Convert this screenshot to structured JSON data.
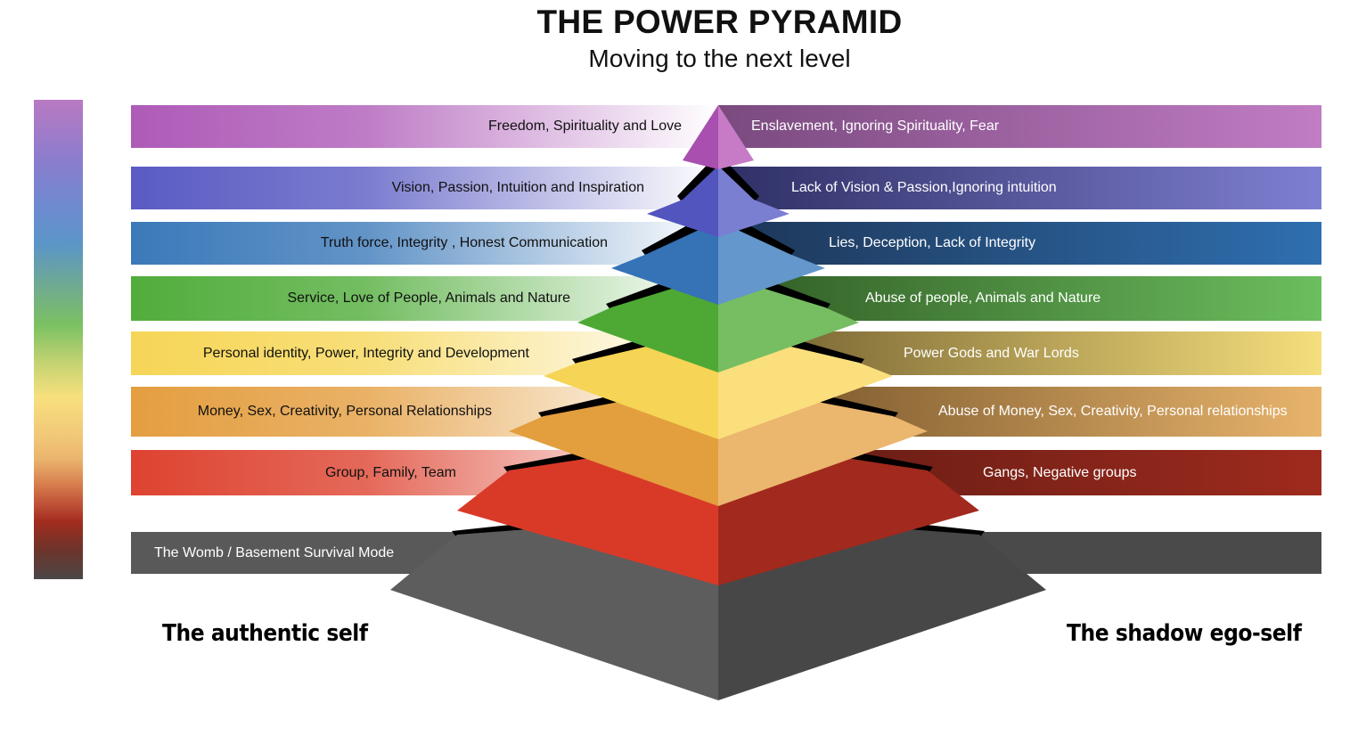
{
  "header": {
    "title": "THE POWER PYRAMID",
    "subtitle": "Moving to the next level"
  },
  "spectrum_bar": {
    "description": "vertical color spectrum from violet (top) to dark grey (bottom)"
  },
  "levels": [
    {
      "id": "crown",
      "authentic": "Freedom, Spirituality and Love",
      "shadow": "Enslavement, Ignoring Spirituality, Fear",
      "color_light": "#c77bc6",
      "color_dark": "#a84fb0",
      "band_left": "#ae5bb8",
      "band_right_start": "#7a4a7f",
      "band_right_end": "#c17cc4",
      "text_left": "#111111",
      "text_right": "#ffffff"
    },
    {
      "id": "third-eye",
      "authentic": "Vision, Passion, Intuition and Inspiration",
      "shadow": "Lack of Vision & Passion,Ignoring intuition",
      "color_light": "#7b7fd2",
      "color_dark": "#5255be",
      "band_left": "#5a5bc3",
      "band_right_start": "#2e2f64",
      "band_right_end": "#7f7fd2",
      "text_left": "#111111",
      "text_right": "#ffffff"
    },
    {
      "id": "throat",
      "authentic": "Truth force, Integrity , Honest Communication",
      "shadow": "Lies, Deception, Lack of Integrity",
      "color_light": "#6497cc",
      "color_dark": "#3572b6",
      "band_left": "#3b79b9",
      "band_right_start": "#1d3556",
      "band_right_end": "#2f6fb0",
      "text_left": "#111111",
      "text_right": "#ffffff"
    },
    {
      "id": "heart",
      "authentic": "Service, Love of People, Animals and Nature",
      "shadow": "Abuse of people, Animals and Nature",
      "color_light": "#76be61",
      "color_dark": "#4ea934",
      "band_left": "#51ad3b",
      "band_right_start": "#2f5a24",
      "band_right_end": "#6cbe5e",
      "text_left": "#111111",
      "text_right": "#ffffff"
    },
    {
      "id": "solar-plexus",
      "authentic": "Personal identity, Power, Integrity and Development",
      "shadow": "Power Gods and War Lords",
      "color_light": "#fbdf7d",
      "color_dark": "#f6d455",
      "band_left": "#f6d657",
      "band_right_start": "#6d5a2c",
      "band_right_end": "#f5de7c",
      "text_left": "#111111",
      "text_right": "#ffffff"
    },
    {
      "id": "sacral",
      "authentic": "Money, Sex, Creativity, Personal Relationships",
      "shadow": "Abuse of Money, Sex, Creativity, Personal relationships",
      "color_light": "#ebb66e",
      "color_dark": "#e39e3e",
      "band_left": "#e49e40",
      "band_right_start": "#6e4e25",
      "band_right_end": "#e8b46c",
      "text_left": "#111111",
      "text_right": "#ffffff"
    },
    {
      "id": "root",
      "authentic": "Group, Family, Team",
      "shadow": "Gangs, Negative groups",
      "color_light": "#a2291d",
      "color_dark": "#d93a28",
      "band_left": "#de4330",
      "band_right_start": "#5e1b14",
      "band_right_end": "#9e2a1d",
      "text_left": "#111111",
      "text_right": "#ffffff"
    },
    {
      "id": "womb",
      "authentic": "The Womb / Basement Survival Mode",
      "shadow": "",
      "color_light": "#474747",
      "color_dark": "#5d5d5d",
      "band_left": "#595959",
      "band_right_start": "#4a4a4a",
      "band_right_end": "#4a4a4a",
      "text_left": "#ffffff",
      "text_right": "#ffffff"
    }
  ],
  "captions": {
    "left": "The authentic self",
    "right": "The shadow ego-self"
  }
}
